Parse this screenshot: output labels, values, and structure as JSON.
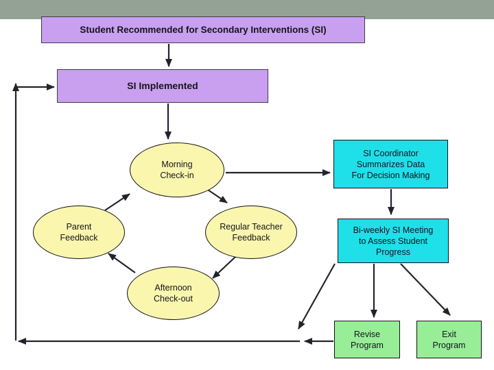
{
  "colors": {
    "band": "#93A295",
    "purple": "#C9A0EF",
    "yellow": "#FAF6AE",
    "cyan": "#1FDFE9",
    "green": "#97EE97",
    "arrow": "#23232D"
  },
  "nodes": {
    "title": "Student Recommended for Secondary Interventions (SI)",
    "si_implemented": "SI Implemented",
    "morning_checkin": "Morning\nCheck-in",
    "parent_feedback": "Parent\nFeedback",
    "regular_teacher_feedback": "Regular Teacher\nFeedback",
    "afternoon_checkout": "Afternoon\nCheck-out",
    "si_coordinator": "SI Coordinator\nSummarizes Data\nFor Decision Making",
    "biweekly_meeting": "Bi-weekly  SI Meeting\nto Assess Student\nProgress",
    "revise_program": "Revise\nProgram",
    "exit_program": "Exit\nProgram"
  },
  "flow": {
    "cycle_order": [
      "Morning Check-in",
      "Regular Teacher Feedback",
      "Afternoon Check-out",
      "Parent Feedback"
    ],
    "feedback_loop": "Revise Program returns to SI Implemented"
  }
}
